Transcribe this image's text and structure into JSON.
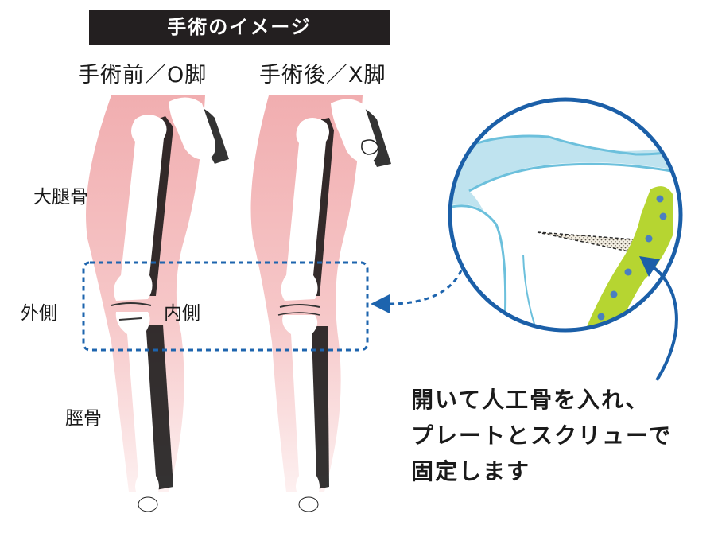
{
  "diagram": {
    "title": "手術のイメージ",
    "before_label": "手術前／O脚",
    "after_label": "手術後／X脚",
    "labels": {
      "femur": "大腿骨",
      "lateral": "外側",
      "medial": "内側",
      "tibia": "脛骨"
    },
    "callout_lines": [
      "開いて人工骨を入れ、",
      "プレートとスクリューで",
      "固定します"
    ],
    "colors": {
      "title_bg": "#231f20",
      "leg_pink": "#f2b6b6",
      "zoom_ring": "#1b5fa8",
      "dash_blue": "#1d64ae",
      "plate_green": "#b6d531",
      "cartilage_blue": "#bfe3ef"
    }
  }
}
